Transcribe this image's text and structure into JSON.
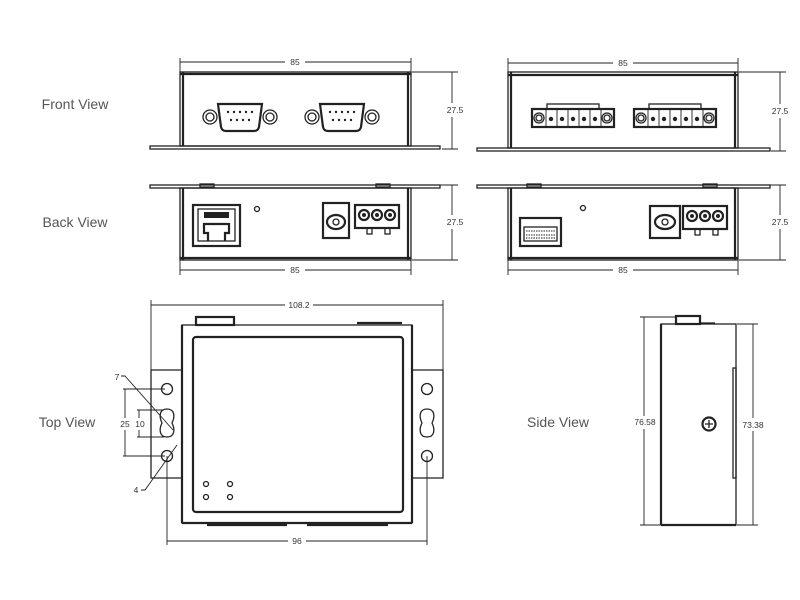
{
  "labels": {
    "front_view": "Front View",
    "back_view": "Back View",
    "top_view": "Top View",
    "side_view": "Side View"
  },
  "dimensions": {
    "front_left_width": "85",
    "front_left_height": "27.5",
    "front_right_width": "85",
    "front_right_height": "27.5",
    "back_left_width": "85",
    "back_left_height": "27.5",
    "back_right_width": "85",
    "back_right_height": "27.5",
    "top_overall_width": "108.2",
    "top_hole_spacing": "96",
    "top_hole_pitch": "25",
    "top_slot_length": "10",
    "top_slot_width": "7",
    "top_hole_diameter": "4",
    "side_overall_height": "76.58",
    "side_body_height": "73.38"
  }
}
